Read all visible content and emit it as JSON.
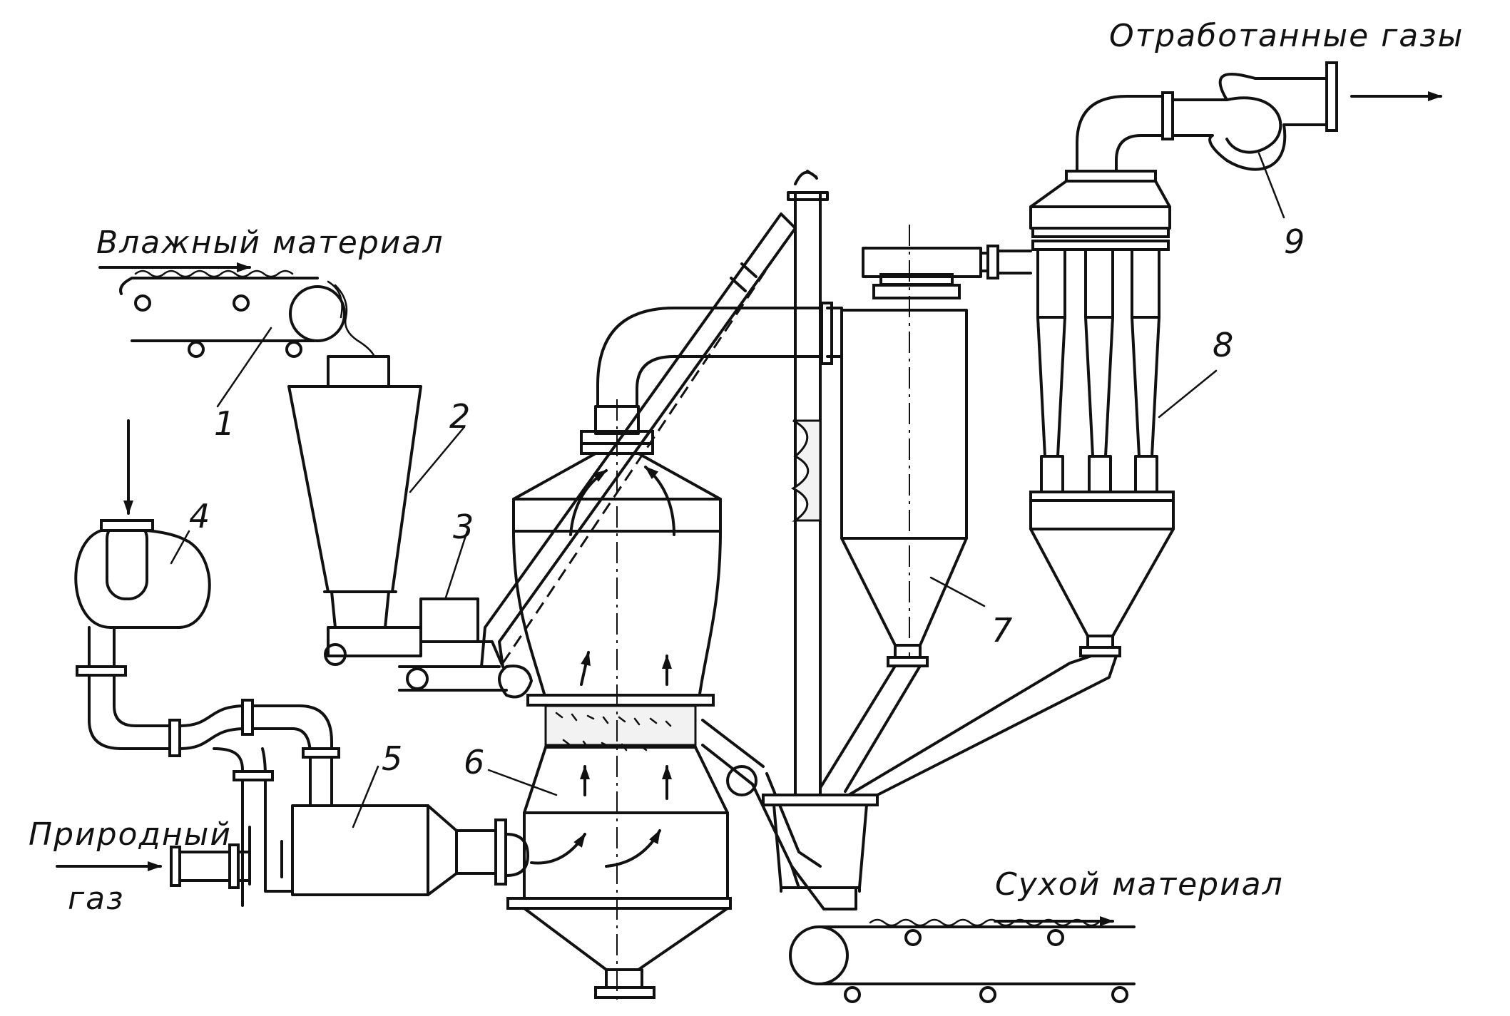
{
  "labels": {
    "wet_material": "Влажный материал",
    "exhaust_gases": "Отработанные газы",
    "natural_gas_line1": "Природный",
    "natural_gas_line2": "газ",
    "dry_material": "Сухой материал"
  },
  "numbers": {
    "n1": "1",
    "n2": "2",
    "n3": "3",
    "n4": "4",
    "n5": "5",
    "n6": "6",
    "n7": "7",
    "n8": "8",
    "n9": "9"
  }
}
